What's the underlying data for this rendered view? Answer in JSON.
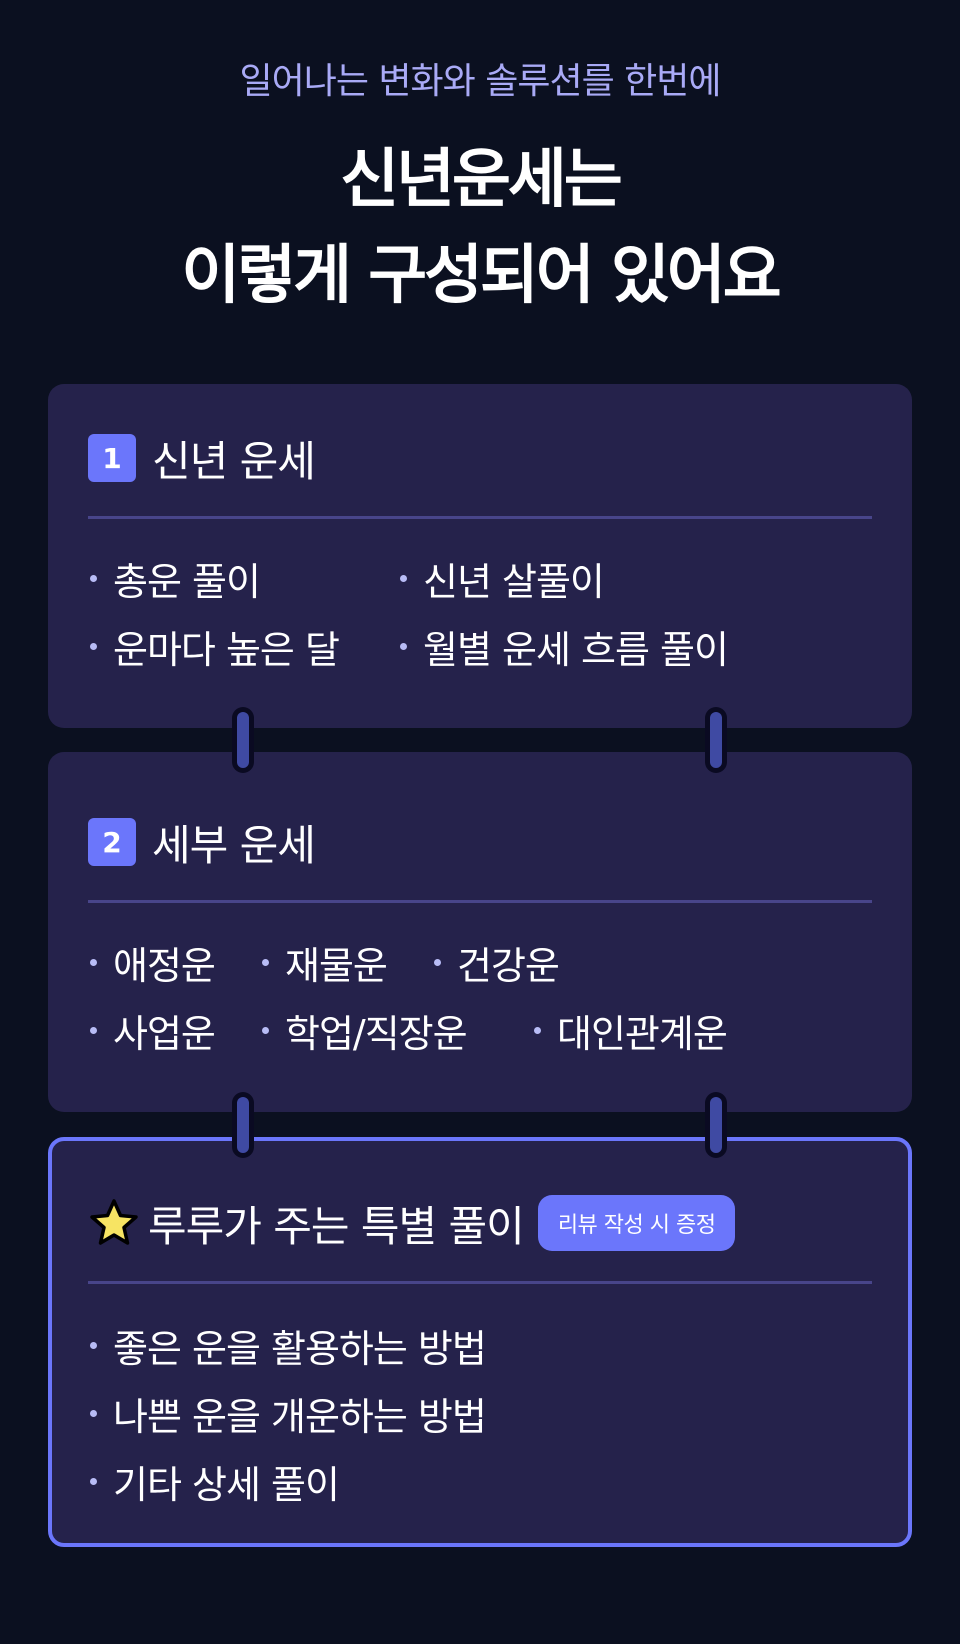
{
  "header": {
    "subtitle": "일어나는 변화와 솔루션를 한번에",
    "title_line1": "신년운세는",
    "title_line2": "이렇게 구성되어 있어요"
  },
  "colors": {
    "background": "#0b1020",
    "card": "#25224b",
    "accent": "#6b76fb",
    "divider": "#48458a",
    "bullet": "#b8bcf6",
    "connector": "#3f4aa3",
    "star": "#f7e463"
  },
  "sections": [
    {
      "badge": "1",
      "title": "신년 운세",
      "items": [
        "총운 풀이",
        "신년 살풀이",
        "운마다 높은 달",
        "월별 운세 흐름 풀이"
      ]
    },
    {
      "badge": "2",
      "title": "세부 운세",
      "items": [
        "애정운",
        "재물운",
        "건강운",
        "사업운",
        "학업/직장운",
        "대인관계운"
      ]
    },
    {
      "icon": "star-icon",
      "title": "루루가 주는 특별 풀이",
      "tag": "리뷰 작성 시 증정",
      "items": [
        "좋은 운을 활용하는 방법",
        "나쁜 운을 개운하는 방법",
        "기타 상세 풀이"
      ]
    }
  ]
}
